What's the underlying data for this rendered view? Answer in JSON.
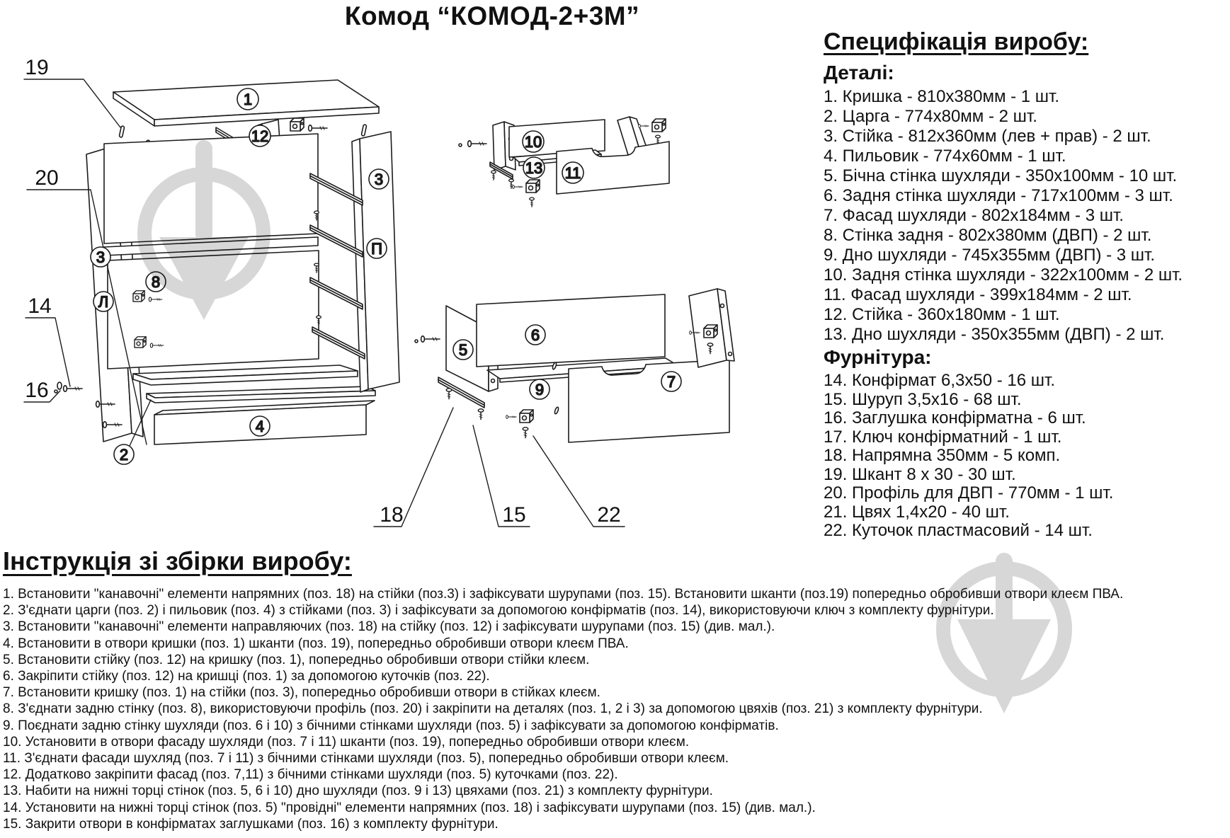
{
  "title": "Комод “КОМОД-2+3М”",
  "spec": {
    "heading": "Специфікація виробу:",
    "details_heading": "Деталі:",
    "details": [
      "1. Кришка - 810х380мм - 1 шт.",
      "2. Царга - 774х80мм - 2 шт.",
      "3. Стійка - 812х360мм (лев + прав) - 2 шт.",
      "4. Пильовик - 774х60мм - 1 шт.",
      "5. Бічна стінка шухляди - 350х100мм - 10 шт.",
      "6. Задня стінка шухляди - 717х100мм - 3 шт.",
      "7. Фасад шухляди - 802х184мм - 3 шт.",
      "8. Стінка задня - 802х380мм (ДВП) - 2 шт.",
      "9. Дно шухляди - 745х355мм (ДВП) - 3 шт.",
      "10. Задня стінка шухляди - 322х100мм - 2 шт.",
      "11. Фасад шухляди - 399х184мм - 2 шт.",
      "12. Стійка - 360х180мм - 1 шт.",
      "13. Дно шухляди - 350х355мм (ДВП) - 2 шт."
    ],
    "hardware_heading": "Фурнітура:",
    "hardware": [
      "14. Конфірмат 6,3х50 - 16 шт.",
      "15. Шуруп 3,5х16 - 68 шт.",
      "16. Заглушка конфірматна - 6 шт.",
      "17. Ключ конфірматний - 1 шт.",
      "18. Напрямна  350мм - 5 комп.",
      "19. Шкант 8 х 30 - 30 шт.",
      "20. Профіль для ДВП - 770мм - 1 шт.",
      "21. Цвях 1,4х20 - 40 шт.",
      "22. Куточок пластмасовий - 14 шт."
    ]
  },
  "instructions": {
    "heading": "Інструкція зі збірки виробу:",
    "steps": [
      "1. Встановити \"канавочні\" елементи напрямних (поз. 18) на стійки (поз.3) і зафіксувати шурупами (поз. 15). Встановити шканти (поз.19) попередньо обробивши отвори клеєм ПВА.",
      "2. З'єднати царги (поз. 2) і пильовик (поз. 4) з стійками (поз. 3) і зафіксувати за допомогою конфірматів (поз. 14), використовуючи ключ з комплекту фурнітури.",
      "3. Встановити \"канавочні\" елементи направляючих (поз. 18) на стійку (поз. 12) і зафіксувати шурупами (поз. 15) (див. мал.).",
      "4. Встановити в отвори кришки (поз. 1) шканти (поз. 19), попередньо обробивши отвори клеєм ПВА.",
      "5. Встановити стійку (поз. 12) на кришку (поз. 1), попередньо обробивши отвори стійки клеєм.",
      "6. Закріпити стійку (поз. 12) на кришці (поз. 1) за допомогою куточків (поз. 22).",
      "7. Встановити кришку (поз. 1) на стійки (поз. 3), попередньо обробивши отвори в стійках клеєм.",
      "8. З'єднати задню стінку (поз. 8), використовуючи профіль (поз. 20) і закріпити на деталях (поз. 1, 2 і 3) за допомогою цвяхів (поз. 21) з комплекту фурнітури.",
      "9. Поєднати задню стінку шухляди (поз. 6 і 10) з бічними стінками шухляди (поз. 5) і зафіксувати за допомогою конфірматів.",
      "10. Установити в отвори фасаду шухляди (поз. 7 і 11) шканти (поз. 19), попередньо обробивши отвори клеєм.",
      "11. З'єднати фасади шухляд (поз. 7 і 11) з бічними стінками шухляди (поз. 5), попередньо обробивши отвори клеєм.",
      "12. Додатково закріпити фасад (поз. 7,11) з бічними стінками шухляди (поз. 5) куточками (поз. 22).",
      "13. Набити на нижні торці стінок (поз. 5, 6 і 10) дно шухляди (поз. 9 і 13) цвяхами (поз. 21) з комплекту фурнітури.",
      "14. Установити на нижні торці стінок (поз. 5) \"провідні\" елементи напрямних (поз. 18) і зафіксувати шурупами (поз. 15) (див. мал.).",
      "15. Закрити отвори в конфірматах заглушками (поз. 16) з комплекту фурнітури."
    ]
  },
  "diagram": {
    "circled_labels": [
      {
        "text": "1"
      },
      {
        "text": "12"
      },
      {
        "text": "3"
      },
      {
        "text": "Л"
      },
      {
        "text": "3"
      },
      {
        "text": "П"
      },
      {
        "text": "8"
      },
      {
        "text": "2"
      },
      {
        "text": "4"
      },
      {
        "text": "10"
      },
      {
        "text": "13"
      },
      {
        "text": "11"
      },
      {
        "text": "5"
      },
      {
        "text": "6"
      },
      {
        "text": "9"
      },
      {
        "text": "7"
      }
    ],
    "callouts": [
      {
        "text": "19"
      },
      {
        "text": "20"
      },
      {
        "text": "14"
      },
      {
        "text": "16"
      },
      {
        "text": "18"
      },
      {
        "text": "15"
      },
      {
        "text": "22"
      }
    ]
  },
  "colors": {
    "line": "#1c1c1c",
    "watermark": "#d7d7d7"
  }
}
